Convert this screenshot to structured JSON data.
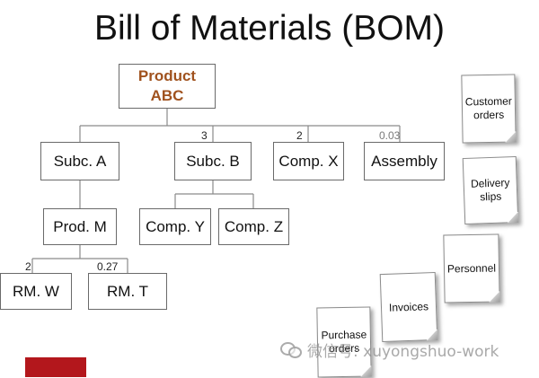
{
  "title": "Bill of Materials (BOM)",
  "colors": {
    "root_text": "#a0521e",
    "border": "#6a6a6a",
    "accent_block": "#b3171c"
  },
  "root": {
    "line1": "Product",
    "line2": "ABC"
  },
  "nodes": {
    "subc_a": "Subc. A",
    "subc_b": "Subc. B",
    "comp_x": "Comp. X",
    "assembly": "Assembly",
    "prod_m": "Prod. M",
    "comp_y": "Comp. Y",
    "comp_z": "Comp. Z",
    "rm_w": "RM. W",
    "rm_t": "RM. T"
  },
  "quantities": {
    "subc_b": "3",
    "comp_x": "2",
    "assembly": "0.03",
    "rm_w": "2",
    "rm_t": "0.27"
  },
  "documents": {
    "customer_orders": "Customer orders",
    "delivery_slips": "Delivery slips",
    "personnel": "Personnel",
    "invoices": "Invoices",
    "purchase_orders": "Purchase orders"
  },
  "watermark": "微信号: xuyongshuo-work"
}
